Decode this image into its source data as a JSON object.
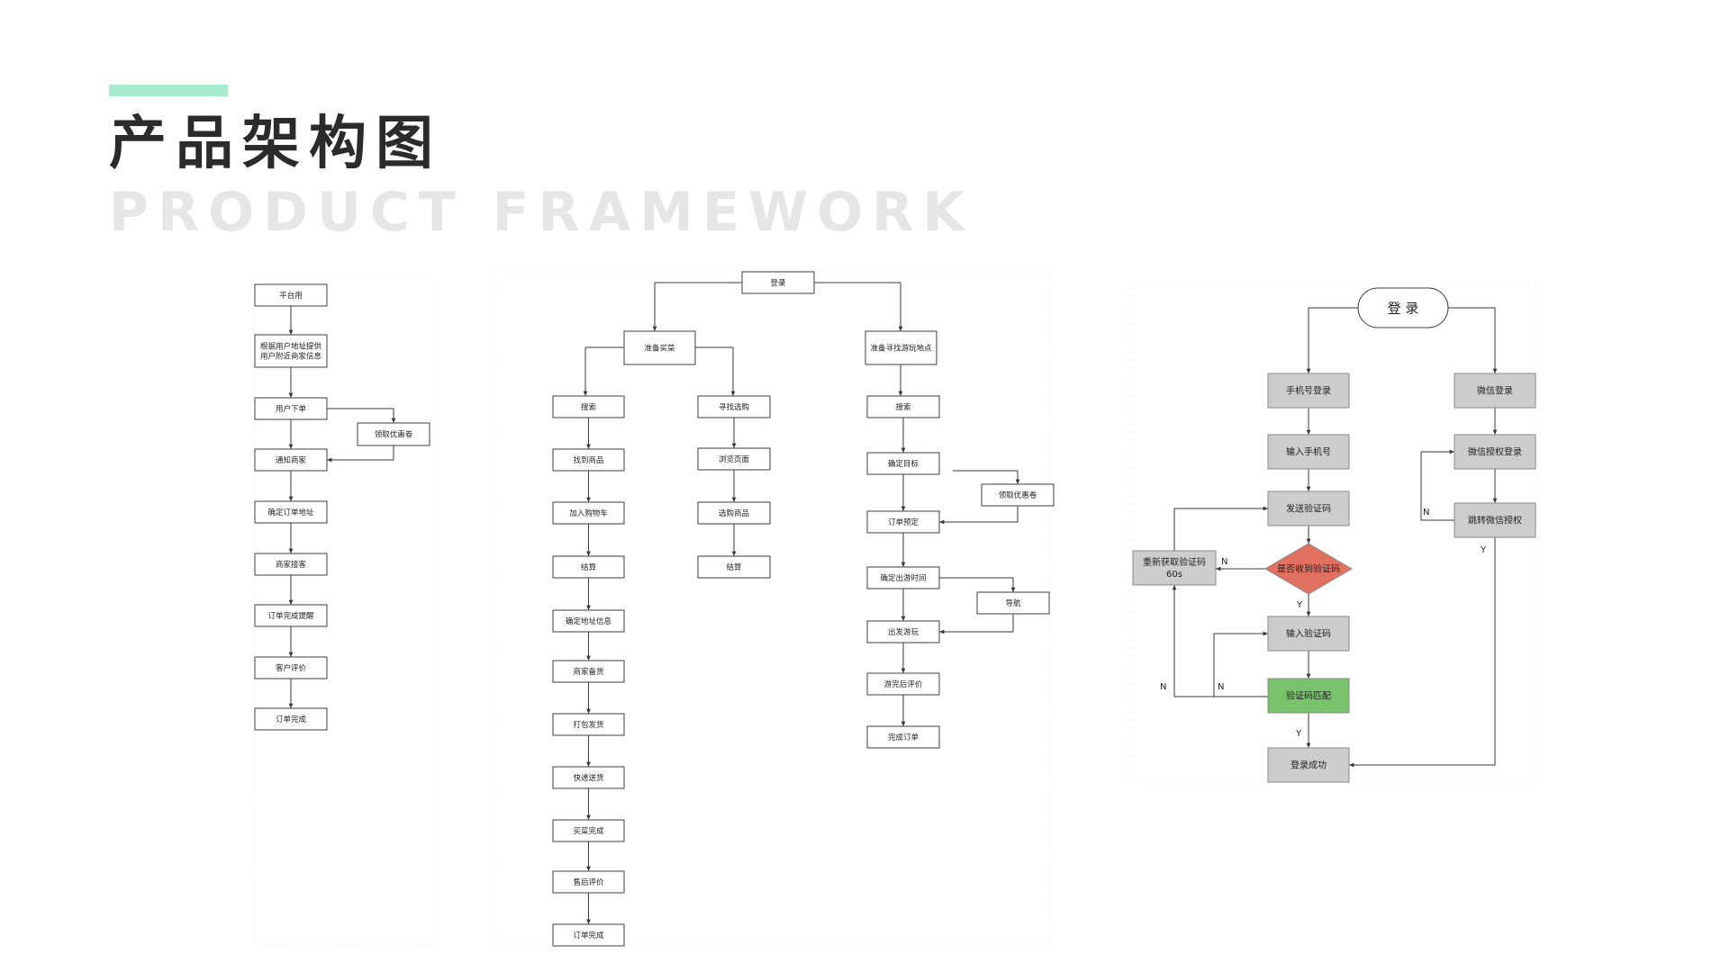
{
  "header": {
    "title": "产品架构图",
    "subtitle": "PRODUCT FRAMEWORK"
  },
  "colors": {
    "accent": "#a8ecd0",
    "node_gray": "#cdcdcd",
    "node_green": "#77c26a",
    "node_red": "#e27161"
  },
  "flowchart_platform": {
    "nodes": [
      "平台用",
      "根据用户地址提供\n用户附近商家信息",
      "用户下单",
      "领取优惠卷",
      "通知商家",
      "确定订单地址",
      "商家接客",
      "订单完成提醒",
      "客户评价",
      "订单完成"
    ]
  },
  "flowchart_user": {
    "root": "登录",
    "branch_buy": "准备买菜",
    "branch_travel": "准备寻找游玩地点",
    "buy_search_path": [
      "搜索",
      "找到商品",
      "加入购物车",
      "结算",
      "确定地址信息",
      "商家备货",
      "打包发货",
      "快递送货",
      "买菜完成",
      "售后评价",
      "订单完成"
    ],
    "buy_browse_path": [
      "寻找选购",
      "浏览页面",
      "选购商品",
      "结算"
    ],
    "travel_path": [
      "搜索",
      "确定目标",
      "订单预定",
      "确定出游时间",
      "出发游玩",
      "游完后评价",
      "完成订单"
    ],
    "travel_coupon": "领取优惠卷",
    "travel_nav": "导航"
  },
  "flowchart_login": {
    "start": "登 录",
    "phone_path": [
      "手机号登录",
      "输入手机号",
      "发送验证码"
    ],
    "decision": "是否收到验证码",
    "resend": "重新获取验证码\n60s",
    "input_code": "输入验证码",
    "match": "验证码匹配",
    "success": "登录成功",
    "wechat_path": [
      "微信登录",
      "微信授权登录",
      "跳转微信授权"
    ],
    "labels": {
      "yes": "Y",
      "no": "N"
    }
  }
}
